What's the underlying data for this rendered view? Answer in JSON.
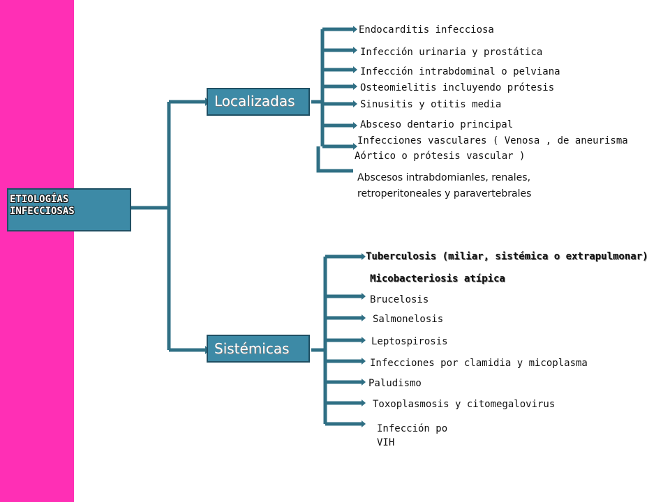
{
  "root": {
    "line1": "ETIOLOGÍAS",
    "line2": "INFECCIOSAS"
  },
  "categories": {
    "localizadas": "Localizadas",
    "sistemicas": "Sistémicas"
  },
  "localizadas": [
    "Endocarditis infecciosa",
    "Infección urinaria y prostática",
    "Infección intrabdominal o pelviana",
    "Osteomielitis incluyendo prótesis",
    "Sinusitis y otitis media",
    "Absceso dentario principal",
    "Infecciones vasculares ( Venosa , de aneurisma",
    "Aórtico o prótesis vascular )",
    "Abscesos intrabdomianles, renales,",
    "retroperitoneales y paravertebrales"
  ],
  "sistemicas": [
    "Tuberculosis (miliar, sistémica o extrapulmonar)",
    "Micobacteriosis atípica",
    "Brucelosis",
    "Salmonelosis",
    "Leptospirosis",
    "Infecciones por clamidia y micoplasma",
    "Paludismo",
    "Toxoplasmosis y citomegalovirus",
    "Infección po",
    "VIH"
  ],
  "colors": {
    "stripe": "#ff2fb5",
    "box": "#3d8aa6",
    "line": "#2f6f84"
  }
}
